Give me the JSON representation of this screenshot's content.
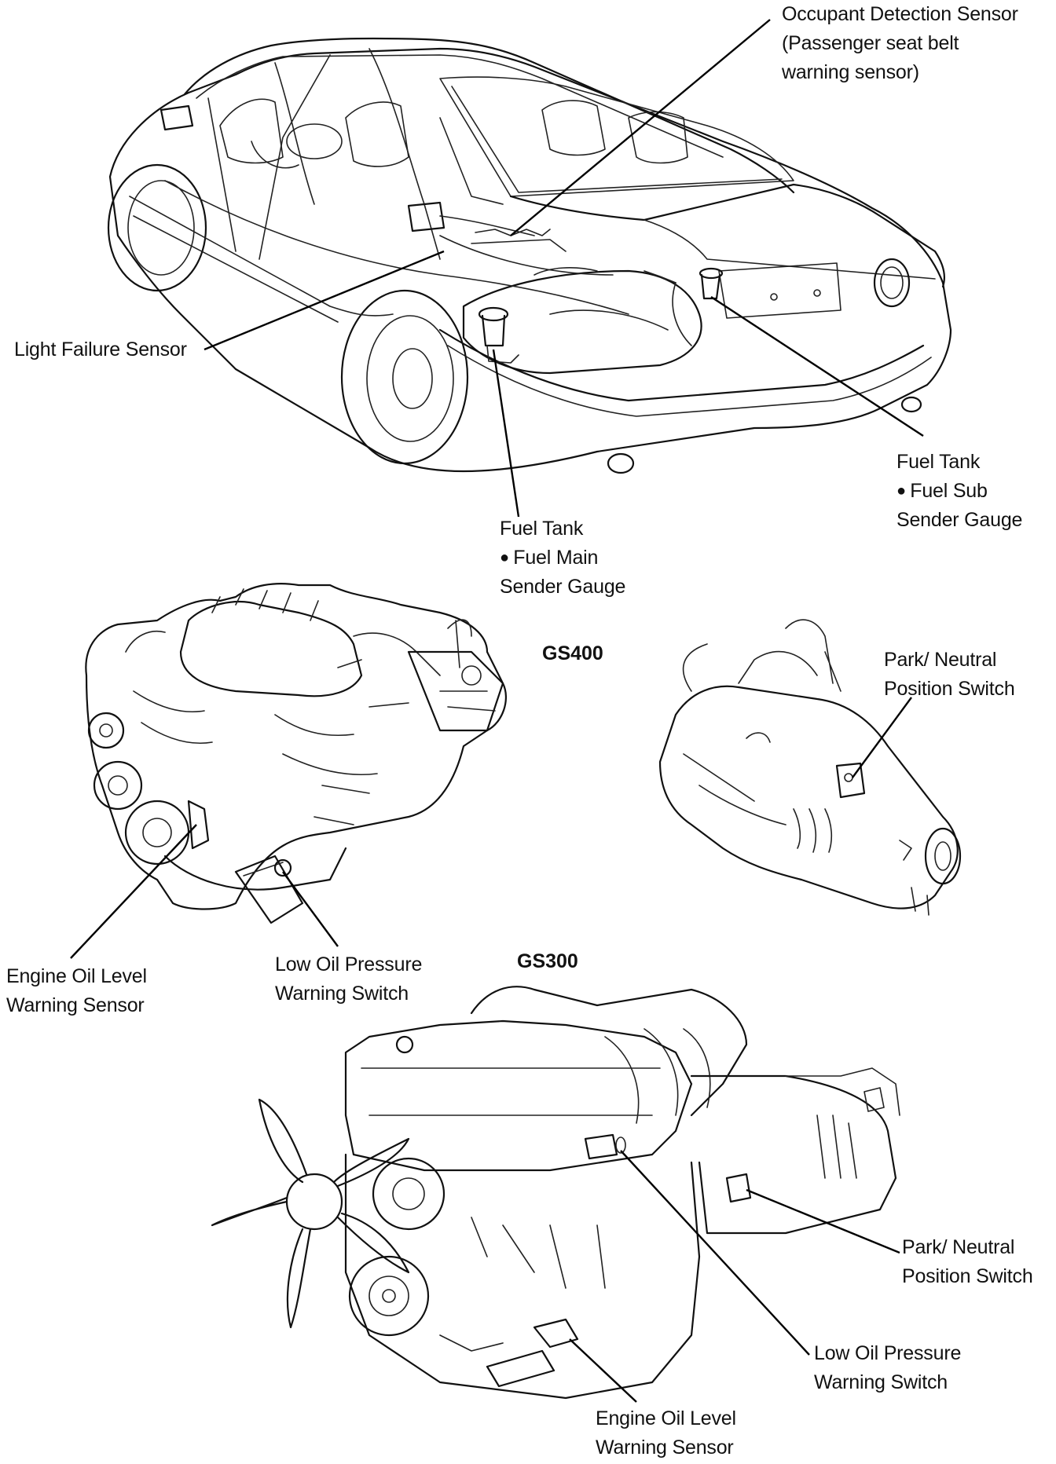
{
  "labels": {
    "occupant_sensor": [
      "Occupant Detection Sensor",
      "(Passenger seat belt",
      "warning sensor)"
    ],
    "light_failure": [
      "Light Failure Sensor"
    ],
    "fuel_tank_sub": {
      "title": "Fuel Tank",
      "item": "Fuel Sub",
      "item2": "Sender Gauge"
    },
    "fuel_tank_main": {
      "title": "Fuel Tank",
      "item": "Fuel Main",
      "item2": "Sender Gauge"
    },
    "gs400": "GS400",
    "gs300": "GS300",
    "park_neutral_1": [
      "Park/ Neutral",
      "Position Switch"
    ],
    "engine_oil_level_1": [
      "Engine Oil Level",
      "Warning Sensor"
    ],
    "low_oil_pressure_1": [
      "Low Oil Pressure",
      "Warning Switch"
    ],
    "park_neutral_2": [
      "Park/ Neutral",
      "Position Switch"
    ],
    "low_oil_pressure_2": [
      "Low Oil Pressure",
      "Warning Switch"
    ],
    "engine_oil_level_2": [
      "Engine Oil Level",
      "Warning Sensor"
    ]
  }
}
